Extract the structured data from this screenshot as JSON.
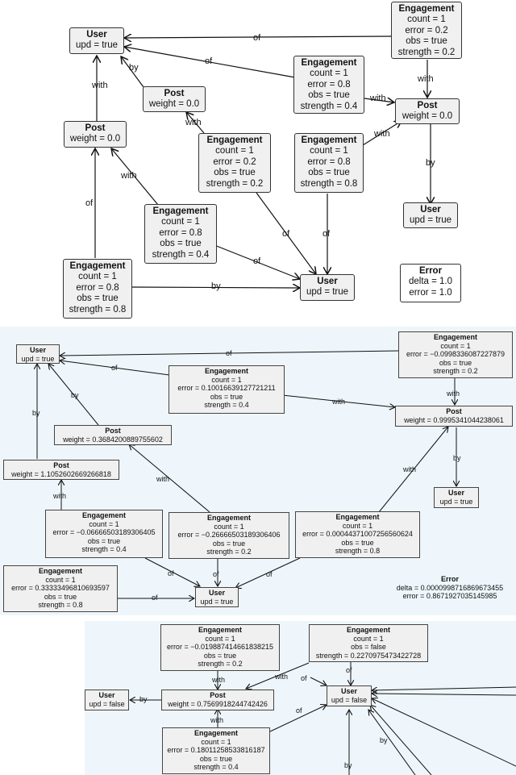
{
  "panels": [
    {
      "nodes": [
        {
          "id": "p1-user-a",
          "title": "User",
          "lines": [
            "upd = true"
          ]
        },
        {
          "id": "p1-eng-top",
          "title": "Engagement",
          "lines": [
            "count = 1",
            "error = 0.2",
            "obs = true",
            "strength = 0.2"
          ]
        },
        {
          "id": "p1-eng-mid",
          "title": "Engagement",
          "lines": [
            "count = 1",
            "error = 0.8",
            "obs = true",
            "strength = 0.4"
          ]
        },
        {
          "id": "p1-post-a",
          "title": "Post",
          "lines": [
            "weight = 0.0"
          ]
        },
        {
          "id": "p1-post-b",
          "title": "Post",
          "lines": [
            "weight = 0.0"
          ]
        },
        {
          "id": "p1-post-c",
          "title": "Post",
          "lines": [
            "weight = 0.0"
          ]
        },
        {
          "id": "p1-eng-c",
          "title": "Engagement",
          "lines": [
            "count = 1",
            "error = 0.2",
            "obs = true",
            "strength = 0.2"
          ]
        },
        {
          "id": "p1-eng-d",
          "title": "Engagement",
          "lines": [
            "count = 1",
            "error = 0.8",
            "obs = true",
            "strength = 0.8"
          ]
        },
        {
          "id": "p1-user-b",
          "title": "User",
          "lines": [
            "upd = true"
          ]
        },
        {
          "id": "p1-eng-e",
          "title": "Engagement",
          "lines": [
            "count = 1",
            "error = 0.8",
            "obs = true",
            "strength = 0.4"
          ]
        },
        {
          "id": "p1-eng-f",
          "title": "Engagement",
          "lines": [
            "count = 1",
            "error = 0.8",
            "obs = true",
            "strength = 0.8"
          ]
        },
        {
          "id": "p1-user-c",
          "title": "User",
          "lines": [
            "upd = true"
          ]
        },
        {
          "id": "p1-error",
          "title": "Error",
          "lines": [
            "delta = 1.0",
            "error = 1.0"
          ]
        }
      ],
      "edge_labels": [
        "of",
        "of",
        "with",
        "with",
        "with",
        "by",
        "by",
        "with",
        "with",
        "with",
        "of",
        "of",
        "of",
        "of",
        "by"
      ]
    },
    {
      "nodes": [
        {
          "id": "p2-user-a",
          "title": "User",
          "lines": [
            "upd = true"
          ]
        },
        {
          "id": "p2-eng-top",
          "title": "Engagement",
          "lines": [
            "count = 1",
            "error = −0.0998336087227879",
            "obs = true",
            "strength = 0.2"
          ]
        },
        {
          "id": "p2-eng-mid",
          "title": "Engagement",
          "lines": [
            "count = 1",
            "error = 0.10016639127721211",
            "obs = true",
            "strength = 0.4"
          ]
        },
        {
          "id": "p2-post-right",
          "title": "Post",
          "lines": [
            "weight = 0.9995341044238061"
          ]
        },
        {
          "id": "p2-post-mid",
          "title": "Post",
          "lines": [
            "weight = 0.3684200889755602"
          ]
        },
        {
          "id": "p2-post-left",
          "title": "Post",
          "lines": [
            "weight = 1.1052602669266818"
          ]
        },
        {
          "id": "p2-user-right",
          "title": "User",
          "lines": [
            "upd = true"
          ]
        },
        {
          "id": "p2-eng-a",
          "title": "Engagement",
          "lines": [
            "count = 1",
            "error = −0.06666503189306405",
            "obs = true",
            "strength = 0.4"
          ]
        },
        {
          "id": "p2-eng-b",
          "title": "Engagement",
          "lines": [
            "count = 1",
            "error = −0.26666503189306406",
            "obs = true",
            "strength = 0.2"
          ]
        },
        {
          "id": "p2-eng-c",
          "title": "Engagement",
          "lines": [
            "count = 1",
            "error = 0.0004437100725656062­4",
            "obs = true",
            "strength = 0.8"
          ]
        },
        {
          "id": "p2-eng-d",
          "title": "Engagement",
          "lines": [
            "count = 1",
            "error = 0.33333496810693597",
            "obs = true",
            "strength = 0.8"
          ]
        },
        {
          "id": "p2-user-bottom",
          "title": "User",
          "lines": [
            "upd = true"
          ]
        },
        {
          "id": "p2-error",
          "title": "Error",
          "lines": [
            "delta = 0.0000998716869673455",
            "error = 0.8671927035145985"
          ]
        }
      ],
      "edge_labels": [
        "of",
        "of",
        "with",
        "with",
        "by",
        "by",
        "by",
        "with",
        "with",
        "with",
        "of",
        "of",
        "of",
        "of"
      ]
    },
    {
      "nodes": [
        {
          "id": "p3-eng-top",
          "title": "Engagement",
          "lines": [
            "count = 1",
            "error = −0.019887414661838215",
            "obs = true",
            "strength = 0.2"
          ]
        },
        {
          "id": "p3-eng-right",
          "title": "Engagement",
          "lines": [
            "count = 1",
            "obs = false",
            "strength = 0.2270975473422728"
          ]
        },
        {
          "id": "p3-user-left",
          "title": "User",
          "lines": [
            "upd = false"
          ]
        },
        {
          "id": "p3-post",
          "title": "Post",
          "lines": [
            "weight = 0.7569918244742426"
          ]
        },
        {
          "id": "p3-user-right",
          "title": "User",
          "lines": [
            "upd = false"
          ]
        },
        {
          "id": "p3-eng-bottom",
          "title": "Engagement",
          "lines": [
            "count = 1",
            "error = 0.18011258533816187",
            "obs = true",
            "strength = 0.4"
          ]
        }
      ],
      "edge_labels": [
        "with",
        "with",
        "of",
        "by",
        "with",
        "of",
        "of",
        "by",
        "by"
      ]
    }
  ]
}
